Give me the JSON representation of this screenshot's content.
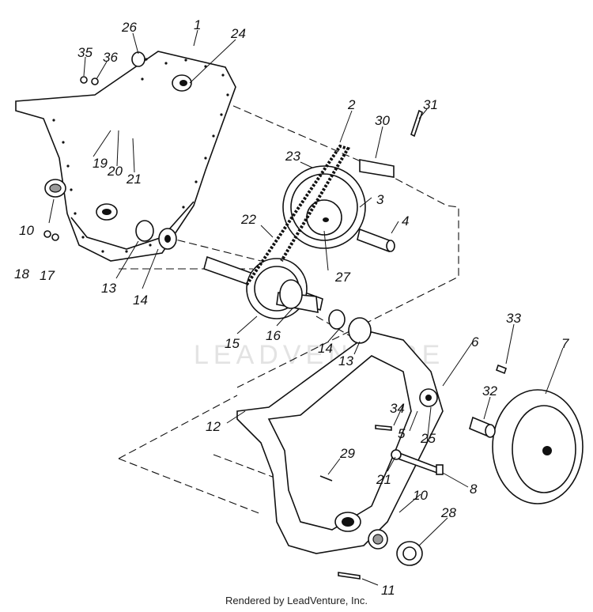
{
  "watermark": "LEADVENTURE",
  "footer": {
    "credit": "Rendered by LeadVenture, Inc."
  },
  "callouts": {
    "p1": "1",
    "p2": "2",
    "p3": "3",
    "p4": "4",
    "p5": "5",
    "p6": "6",
    "p7": "7",
    "p8": "8",
    "p10a": "10",
    "p10b": "10",
    "p11": "11",
    "p12": "12",
    "p13a": "13",
    "p13b": "13",
    "p14a": "14",
    "p14b": "14",
    "p15": "15",
    "p16": "16",
    "p17": "17",
    "p18": "18",
    "p19": "19",
    "p20": "20",
    "p21a": "21",
    "p21b": "21",
    "p22": "22",
    "p23": "23",
    "p24": "24",
    "p25": "25",
    "p26": "26",
    "p27": "27",
    "p28": "28",
    "p29": "29",
    "p30": "30",
    "p31": "31",
    "p32": "32",
    "p33": "33",
    "p34": "34",
    "p35": "35",
    "p36": "36"
  }
}
